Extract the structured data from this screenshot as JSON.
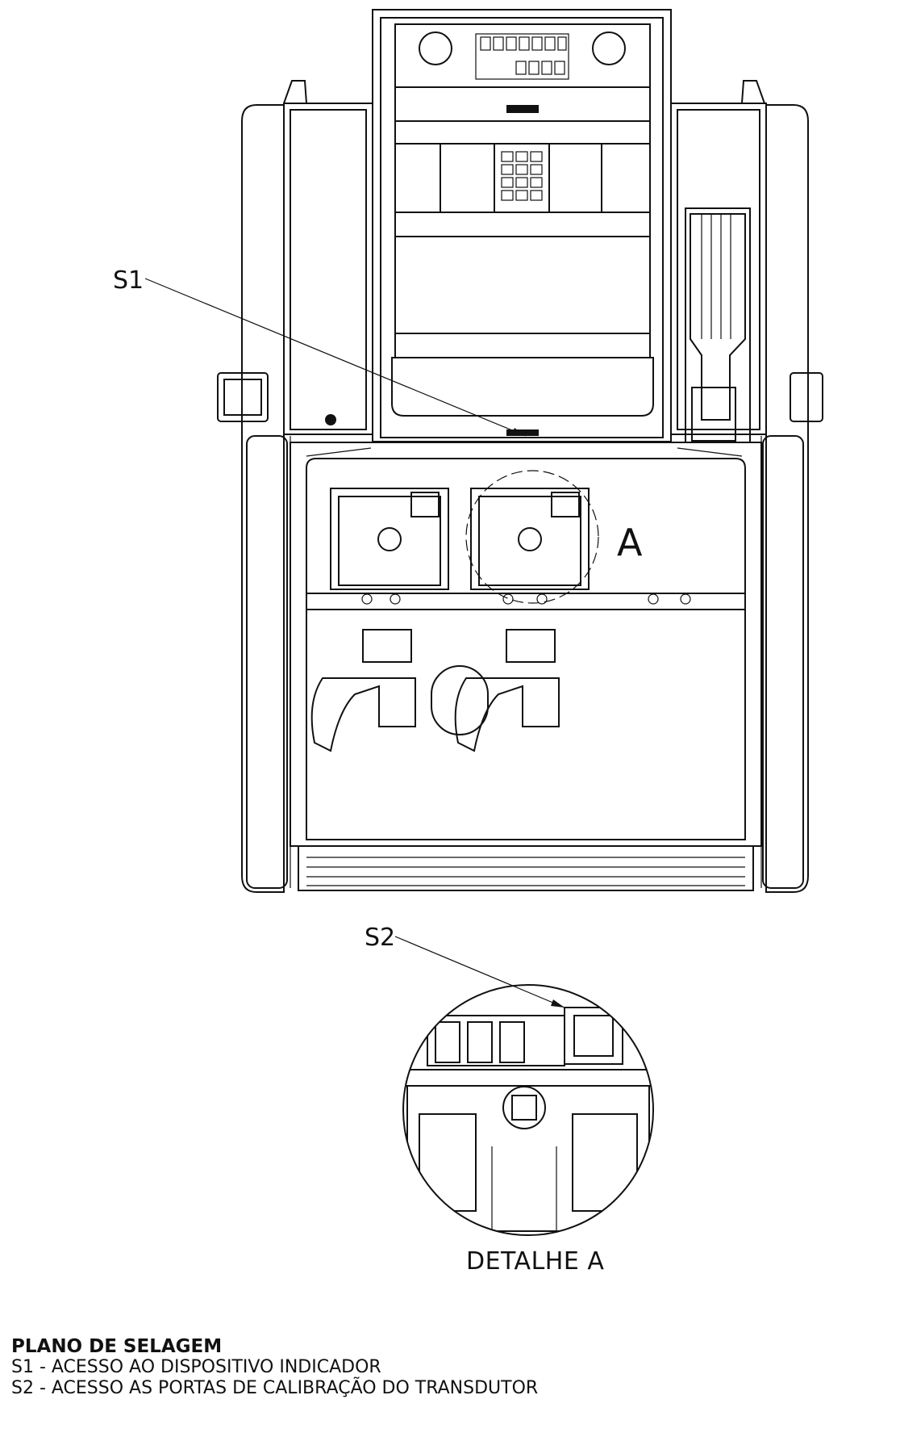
{
  "drawing": {
    "callouts": {
      "s1": "S1",
      "s2": "S2",
      "detail_marker": "A"
    },
    "detail_label": "DETALHE A"
  },
  "legend": {
    "title": "PLANO DE SELAGEM",
    "items": [
      "S1 - ACESSO AO DISPOSITIVO INDICADOR",
      "S2 - ACESSO AS PORTAS DE CALIBRAÇÃO DO TRANSDUTOR"
    ]
  },
  "icons": {
    "dispenser": "fuel-dispenser-front-view",
    "detail": "detail-magnifier-circle"
  }
}
